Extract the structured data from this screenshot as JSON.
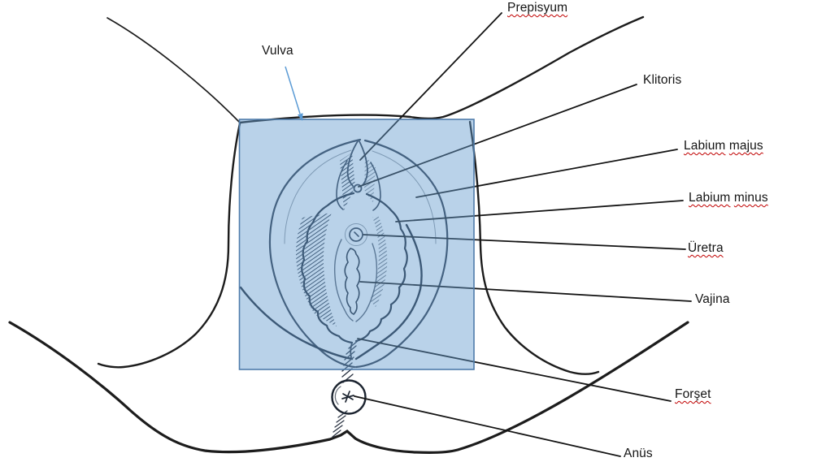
{
  "diagram": {
    "description": "Vulva anatomy diagram with Turkish labels",
    "labels": {
      "vulva": {
        "text": "Vulva",
        "misspelled": false
      },
      "prepisyum": {
        "text": "Prepisyum",
        "misspelled": true
      },
      "klitoris": {
        "text": "Klitoris",
        "misspelled": false
      },
      "labium_majus": {
        "text": "Labium majus",
        "misspelled": true
      },
      "labium_minus": {
        "text": "Labium minus",
        "misspelled": true
      },
      "uretra": {
        "text": "Üretra",
        "misspelled": true
      },
      "vajina": {
        "text": "Vajina",
        "misspelled": false
      },
      "forset": {
        "text": "Forşet",
        "misspelled": true
      },
      "anus": {
        "text": "Anüs",
        "misspelled": false
      }
    },
    "colors": {
      "highlight_fill": "rgba(99,155,206,0.45)",
      "highlight_border": "#4f7cab",
      "arrow_blue": "#5b9bd5",
      "squiggle_red": "#c00000",
      "ink": "#2a3342",
      "outline_black": "#1c1c1c"
    }
  }
}
